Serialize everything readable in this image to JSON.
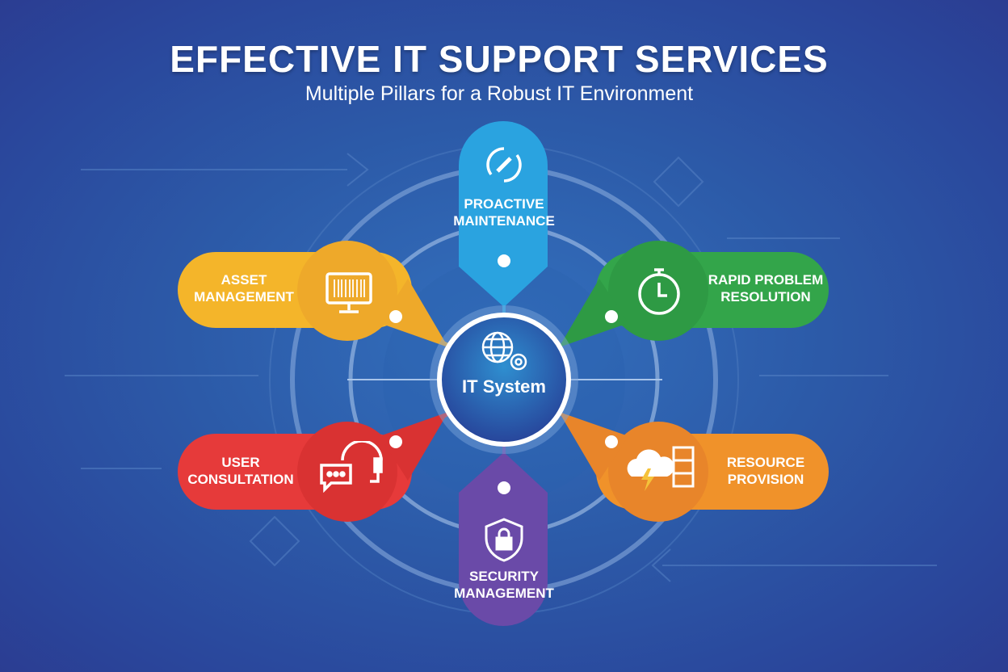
{
  "header": {
    "title": "EFFECTIVE IT SUPPORT SERVICES",
    "subtitle": "Multiple Pillars for a Robust IT Environment"
  },
  "center": {
    "label": "IT System",
    "icon": "globe-gear-icon"
  },
  "pillars": [
    {
      "label": "PROACTIVE MAINTENANCE",
      "icon": "wrench-icon",
      "color": "#2aa3e0"
    },
    {
      "label": "RAPID PROBLEM RESOLUTION",
      "icon": "stopwatch-icon",
      "color": "#33a54a"
    },
    {
      "label": "RESOURCE PROVISION",
      "icon": "cloud-server-icon",
      "color": "#f0922a"
    },
    {
      "label": "SECURITY MANAGEMENT",
      "icon": "shield-lock-icon",
      "color": "#6a4aa8"
    },
    {
      "label": "USER CONSULTATION",
      "icon": "headset-chat-icon",
      "color": "#e63a3a"
    },
    {
      "label": "ASSET MANAGEMENT",
      "icon": "monitor-barcode-icon",
      "color": "#f4b52a"
    }
  ]
}
